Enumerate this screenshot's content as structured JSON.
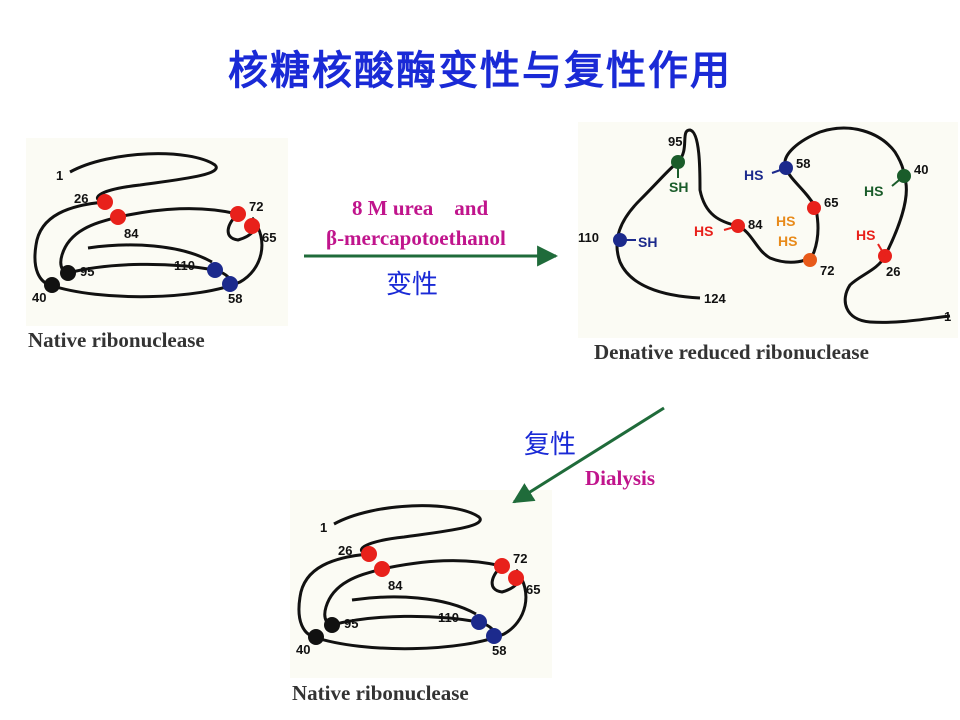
{
  "title": "核糖核酸酶变性与复性作用",
  "native_caption": "Native ribonuclease",
  "denatured_caption": "Denative reduced ribonuclease",
  "reagent_line1": "8 M urea    and",
  "reagent_line2": "β-mercapotoethanol",
  "denature_label": "变性",
  "renature_label": "复性",
  "dialysis_label": "Dialysis",
  "native_residues": [
    "1",
    "26",
    "84",
    "72",
    "65",
    "110",
    "95",
    "40",
    "58"
  ],
  "denatured_residues": [
    "95",
    "58",
    "40",
    "65",
    "84",
    "110",
    "72",
    "26",
    "124",
    "1"
  ],
  "thiol_labels": [
    "SH",
    "HS",
    "HS",
    "HS",
    "HS",
    "SH",
    "HS",
    "HS"
  ],
  "colors": {
    "title": "#1a2ad6",
    "reagent": "#c0148c",
    "arrow": "#1f6b3a",
    "red": "#e8211b",
    "blue": "#1c2a8c",
    "black": "#111111",
    "green": "#1a5c2a",
    "orange": "#e88a1a"
  }
}
